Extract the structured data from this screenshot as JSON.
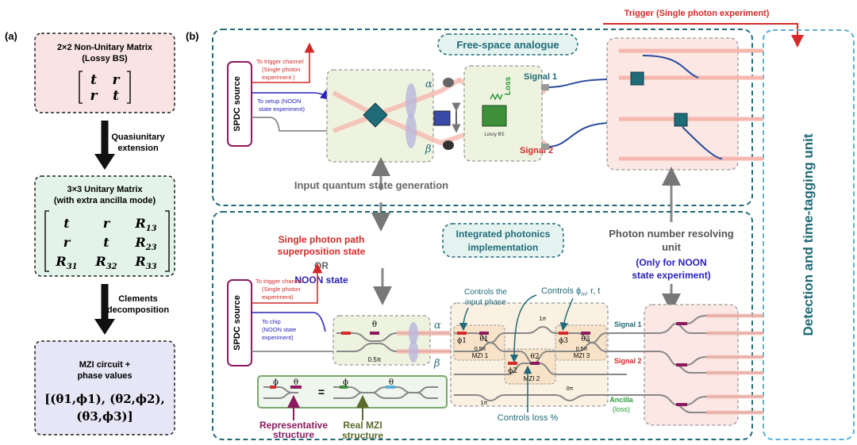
{
  "panel_a": {
    "label": "(a)",
    "box1": {
      "line1": "2×2 Non-Unitary Matrix",
      "line2": "(Lossy BS)",
      "matrix": [
        [
          "t",
          "r"
        ],
        [
          "r",
          "t"
        ]
      ]
    },
    "arrow1": {
      "line1": "Quasiunitary",
      "line2": "extension"
    },
    "box2": {
      "line1": "3×3 Unitary Matrix",
      "line2": "(with extra ancilla mode)",
      "matrix": [
        [
          "t",
          "r",
          "R13"
        ],
        [
          "r",
          "t",
          "R23"
        ],
        [
          "R31",
          "R32",
          "R33"
        ]
      ]
    },
    "arrow2": {
      "line1": "Clements",
      "line2": "decomposition"
    },
    "box3": {
      "line1": "MZI circuit +",
      "line2": "phase values",
      "pairs_line1": "[(θ1,ϕ1),  (θ2,ϕ2),",
      "pairs_line2": "(θ3,ϕ3)]"
    }
  },
  "panel_b": {
    "label": "(b)",
    "trigger_label": "Trigger (Single photon experiment)",
    "detection_label": "Detection and time-tagging unit",
    "free_space": {
      "title": "Free-space analogue",
      "spdc": "SPDC source",
      "to_trigger": [
        "To trigger channel",
        "(Single photon",
        "experiment )"
      ],
      "to_setup": [
        "To setup (NOON",
        "state experiment)"
      ],
      "alpha": "α",
      "beta": "β",
      "loss": "Loss",
      "lossy_bs": "Lossy BS",
      "signal1": "Signal 1",
      "signal2": "Signal 2"
    },
    "input_state_generation": "Input quantum state generation",
    "photon_number_resolving": [
      "Photon number resolving",
      "unit"
    ],
    "noon_only": [
      "(Only for NOON",
      "state experiment)"
    ],
    "single_photon": [
      "Single photon  path",
      "superposition state"
    ],
    "or": "OR",
    "noon_state": "NOON state",
    "integrated": {
      "title": [
        "Integrated photonics",
        "implementation"
      ],
      "spdc": "SPDC source",
      "to_trigger": [
        "To trigger channel",
        "(Single photon",
        "experiment)"
      ],
      "to_chip": [
        "To chip",
        "(NOON state",
        "experiment)"
      ],
      "theta": "θ",
      "half_pi": "0.5π",
      "alpha": "α",
      "beta": "β",
      "controls_input_phase": [
        "Controls the",
        "input phase"
      ],
      "controls_phi_r_t": "Controls ϕ",
      "controls_phi_sub": "m",
      "controls_phi_rest": ", r, t",
      "controls_loss": "Controls loss %",
      "mzi1": "MZI 1",
      "mzi2": "MZI 2",
      "mzi3": "MZI 3",
      "phi1": "ϕ1",
      "theta1": "θ1",
      "phi2": "ϕ2",
      "theta2": "θ2",
      "phi3": "ϕ3",
      "theta3": "θ3",
      "one_pi": "1π",
      "zero_pi": "0π",
      "signal1": "Signal 1",
      "signal2": "Signal 2",
      "ancilla": [
        "Ancilla",
        "(loss)"
      ],
      "representative": [
        "Representative",
        "structure"
      ],
      "real_mzi": [
        "Real MZI",
        "structure"
      ],
      "eq_phi": "ϕ",
      "eq_theta": "θ",
      "equals": "="
    }
  },
  "colors": {
    "trigger_red": "#d42a2a",
    "noon_blue": "#2a22b8",
    "teal": "#1f6b78",
    "purple_text": "#8b1a5e",
    "olive_text": "#5a6b2a",
    "green_text": "#2c9a3a",
    "box_pink": "#f9e3e3",
    "box_mint": "#e3f3ea",
    "box_lavender": "#e6e6f6"
  }
}
